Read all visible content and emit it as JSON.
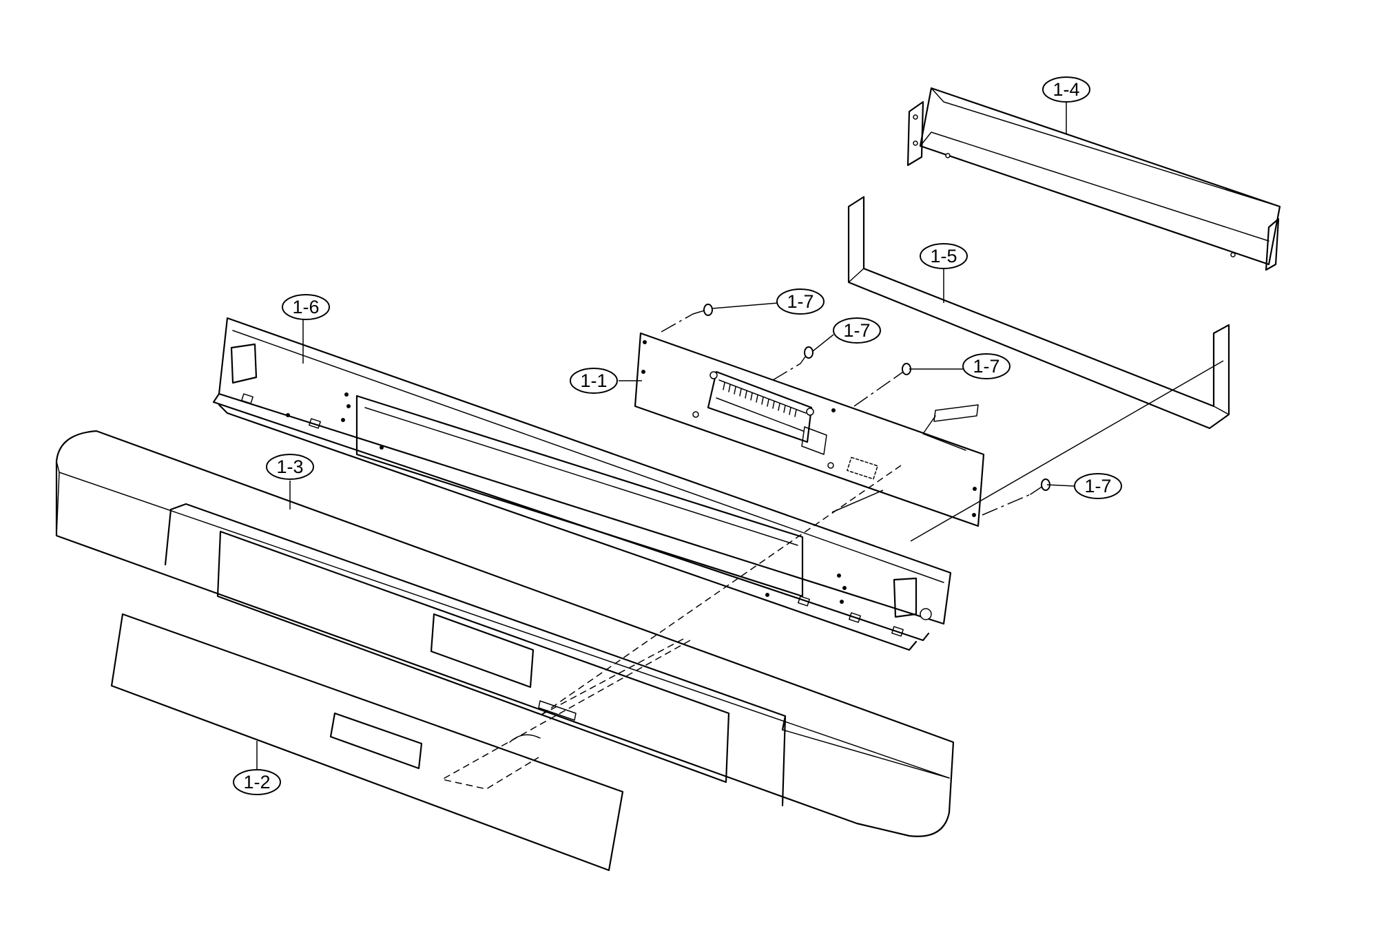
{
  "callouts": [
    {
      "id": "c-1-1",
      "label": "1-1"
    },
    {
      "id": "c-1-2",
      "label": "1-2"
    },
    {
      "id": "c-1-3",
      "label": "1-3"
    },
    {
      "id": "c-1-4",
      "label": "1-4"
    },
    {
      "id": "c-1-5",
      "label": "1-5"
    },
    {
      "id": "c-1-6",
      "label": "1-6"
    },
    {
      "id": "c-1-7a",
      "label": "1-7"
    },
    {
      "id": "c-1-7b",
      "label": "1-7"
    },
    {
      "id": "c-1-7c",
      "label": "1-7"
    },
    {
      "id": "c-1-7d",
      "label": "1-7"
    }
  ]
}
